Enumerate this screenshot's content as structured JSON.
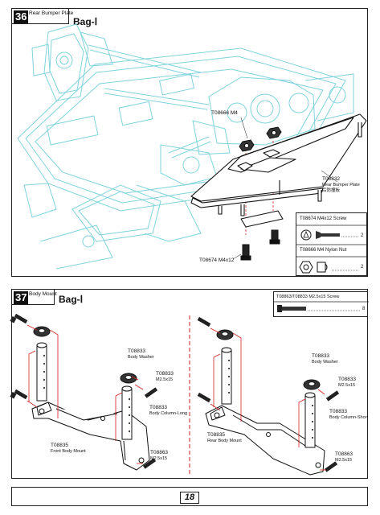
{
  "step36": {
    "number": "36",
    "title": "Rear Bumper Plate",
    "bag": "Bag-Ⅰ",
    "labels": {
      "t08666": "T08666 M4",
      "t08832_code": "T08832",
      "t08832_en": "Rear Bumper Plate",
      "t08832_cn": "后防撞板",
      "t08674": "T08674 M4x12"
    },
    "legend": {
      "row1": "T08674  M4x12 Screw",
      "row1_qty": "2",
      "row2": "T08666  M4 Nylon Nut",
      "row2_qty": "2"
    }
  },
  "step37": {
    "number": "37",
    "title": "Body Mount",
    "bag": "Bag-Ⅰ",
    "legend": {
      "title": "T08863/T08833 M2.5x15 Screw",
      "qty": "8"
    },
    "left": {
      "washer_code": "T08833",
      "washer_name": "Body Washer",
      "screw_code": "T08833",
      "screw_name": "M2.5x15",
      "column_code": "T08833",
      "column_name": "Body Column-Long",
      "mount_code": "T08835",
      "mount_name": "Front Body Mount",
      "screw2_code": "T08863",
      "screw2_name": "M2.5x15"
    },
    "right": {
      "washer_code": "T08833",
      "washer_name": "Body Washer",
      "screw_code": "T08833",
      "screw_name": "M2.5x15",
      "column_code": "T08833",
      "column_name": "Body Column-Short",
      "mount_code": "T08835",
      "mount_name": "Rear Body Mount",
      "screw2_code": "T08863",
      "screw2_name": "M2.5x15"
    }
  },
  "page": {
    "number": "18"
  },
  "colors": {
    "chassis_outline": "#7fd3dc",
    "ink": "#111111",
    "guide_red": "#d22020"
  }
}
